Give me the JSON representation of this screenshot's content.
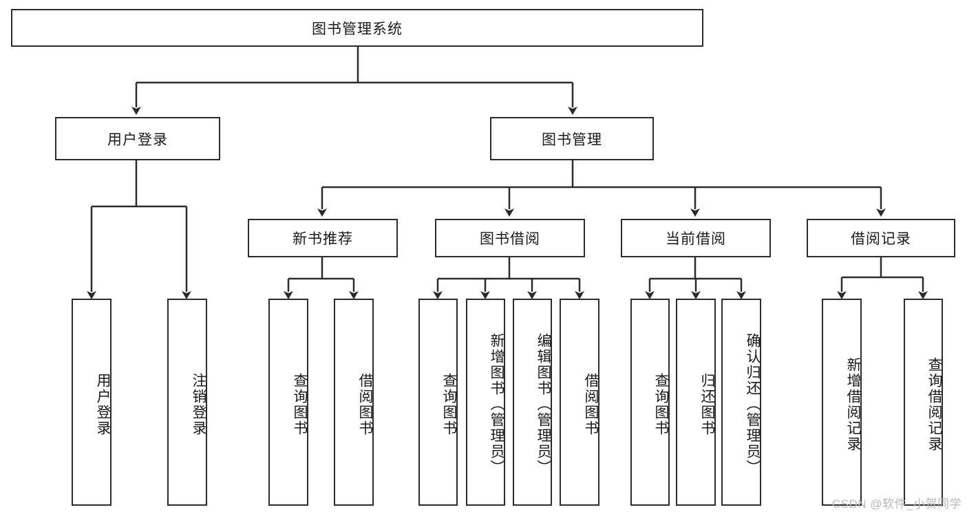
{
  "diagram": {
    "title": "图书管理系统",
    "type": "tree-hierarchy",
    "watermark": "CSDN @软件_小贺同学",
    "colors": {
      "stroke": "#2b2b2b",
      "fill": "#ffffff",
      "text": "#1a1a1a",
      "watermark": "#b8b8b8"
    },
    "nodes": {
      "root": "图书管理系统",
      "level2": {
        "user_login": "用户登录",
        "book_management": "图书管理"
      },
      "level3": {
        "new_book_recommend": "新书推荐",
        "book_borrow": "图书借阅",
        "current_borrow": "当前借阅",
        "borrow_record": "借阅记录"
      },
      "leaves": {
        "user_login_1": "用户登录",
        "user_login_2": "注销登录",
        "recommend_1": "查询图书",
        "recommend_2": "借阅图书",
        "borrow_1": "查询图书",
        "borrow_2": "新增图书（管理员）",
        "borrow_3": "编辑图书（管理员）",
        "borrow_4": "借阅图书",
        "current_1": "查询图书",
        "current_2": "归还图书",
        "current_3": "确认归还（管理员）",
        "record_1": "新增借阅记录",
        "record_2": "查询借阅记录"
      }
    }
  }
}
